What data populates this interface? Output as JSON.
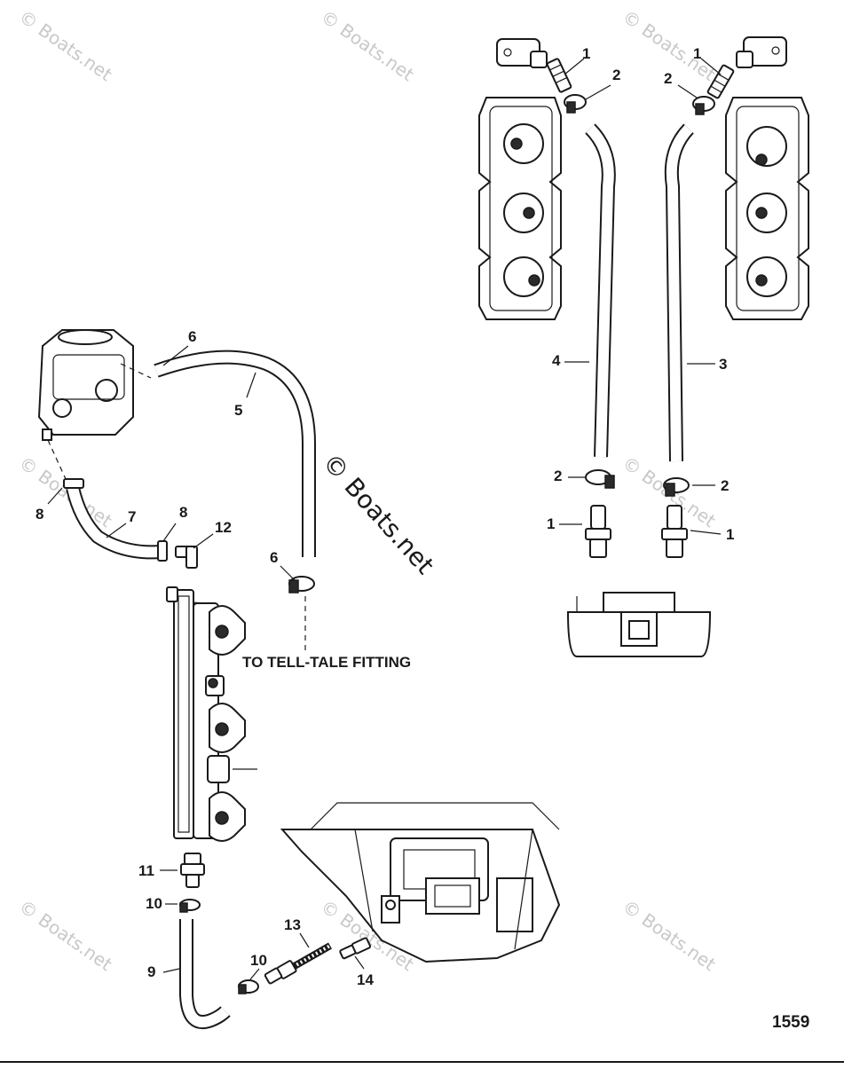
{
  "watermark": {
    "text": "© Boats.net",
    "center_text": "© Boats.net"
  },
  "figure_number": "1559",
  "note": "TO TELL-TALE FITTING",
  "callouts": {
    "c1_top_left": "1",
    "c2_top_left": "2",
    "c1_top_right": "1",
    "c2_top_right": "2",
    "c4": "4",
    "c3": "3",
    "c2_bottom_left": "2",
    "c2_bottom_right": "2",
    "c1_bottom_left": "1",
    "c1_bottom_right": "1",
    "c6_top": "6",
    "c5": "5",
    "c8_left": "8",
    "c7": "7",
    "c8_right": "8",
    "c12": "12",
    "c6_bottom": "6",
    "c11": "11",
    "c10_left": "10",
    "c9": "9",
    "c13": "13",
    "c10_right": "10",
    "c14": "14"
  },
  "icons": [
    "cylinder-head-left-icon",
    "cylinder-head-right-icon",
    "water-pump-housing-icon",
    "fuel-rail-icon",
    "adapter-plate-icon",
    "hose-fitting-icon",
    "hose-clamp-icon"
  ]
}
